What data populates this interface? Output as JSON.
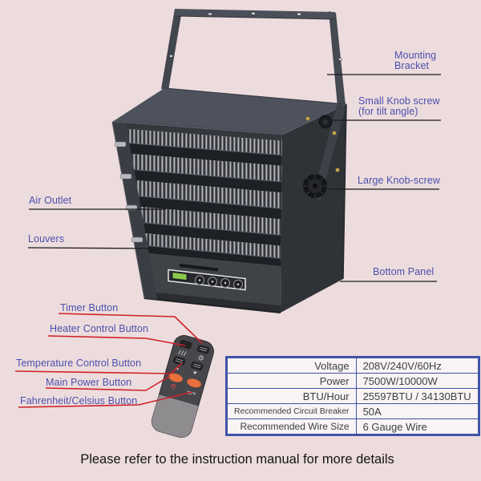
{
  "page": {
    "background": "#eddcdd",
    "caption": "Please refer to the instruction manual for more details"
  },
  "colors": {
    "callout_text": "#4a4fae",
    "black_leader_line": "#1b1b1b",
    "red_leader_line": "#cf2127",
    "table_border": "#4053a8",
    "heater_body": "#3d4046",
    "remote_body": "#46464b",
    "remote_orange_button": "#e96f3c",
    "led_display_green": "#8cc84b"
  },
  "callouts_blue": [
    {
      "id": "mounting-bracket",
      "label": "Mounting Bracket"
    },
    {
      "id": "small-knob-screw",
      "label": "Small Knob screw (for tilt angle)"
    },
    {
      "id": "large-knob-screw",
      "label": "Large Knob-screw"
    },
    {
      "id": "air-outlet",
      "label": "Air Outlet"
    },
    {
      "id": "louvers",
      "label": "Louvers"
    },
    {
      "id": "bottom-panel",
      "label": "Bottom Panel"
    }
  ],
  "callouts_red": [
    {
      "id": "timer-button",
      "label": "Timer Button"
    },
    {
      "id": "heater-control-button",
      "label": "Heater Control Button"
    },
    {
      "id": "temperature-control-button",
      "label": "Temperature Control Button"
    },
    {
      "id": "main-power-button",
      "label": "Main Power Button"
    },
    {
      "id": "fahrenheit-celsius-button",
      "label": "Fahrenheit/Celsius Button"
    }
  ],
  "remote": {
    "cf_label": "℃/℉"
  },
  "spec_table": {
    "rows": [
      {
        "label": "Voltage",
        "value": "208V/240V/60Hz"
      },
      {
        "label": "Power",
        "value": "7500W/10000W"
      },
      {
        "label": "BTU/Hour",
        "value": "25597BTU / 34130BTU"
      },
      {
        "label": "Recommended Circuit Breaker",
        "value": "50A"
      },
      {
        "label": "Recommended Wire Size",
        "value": "6 Gauge Wire"
      }
    ]
  }
}
